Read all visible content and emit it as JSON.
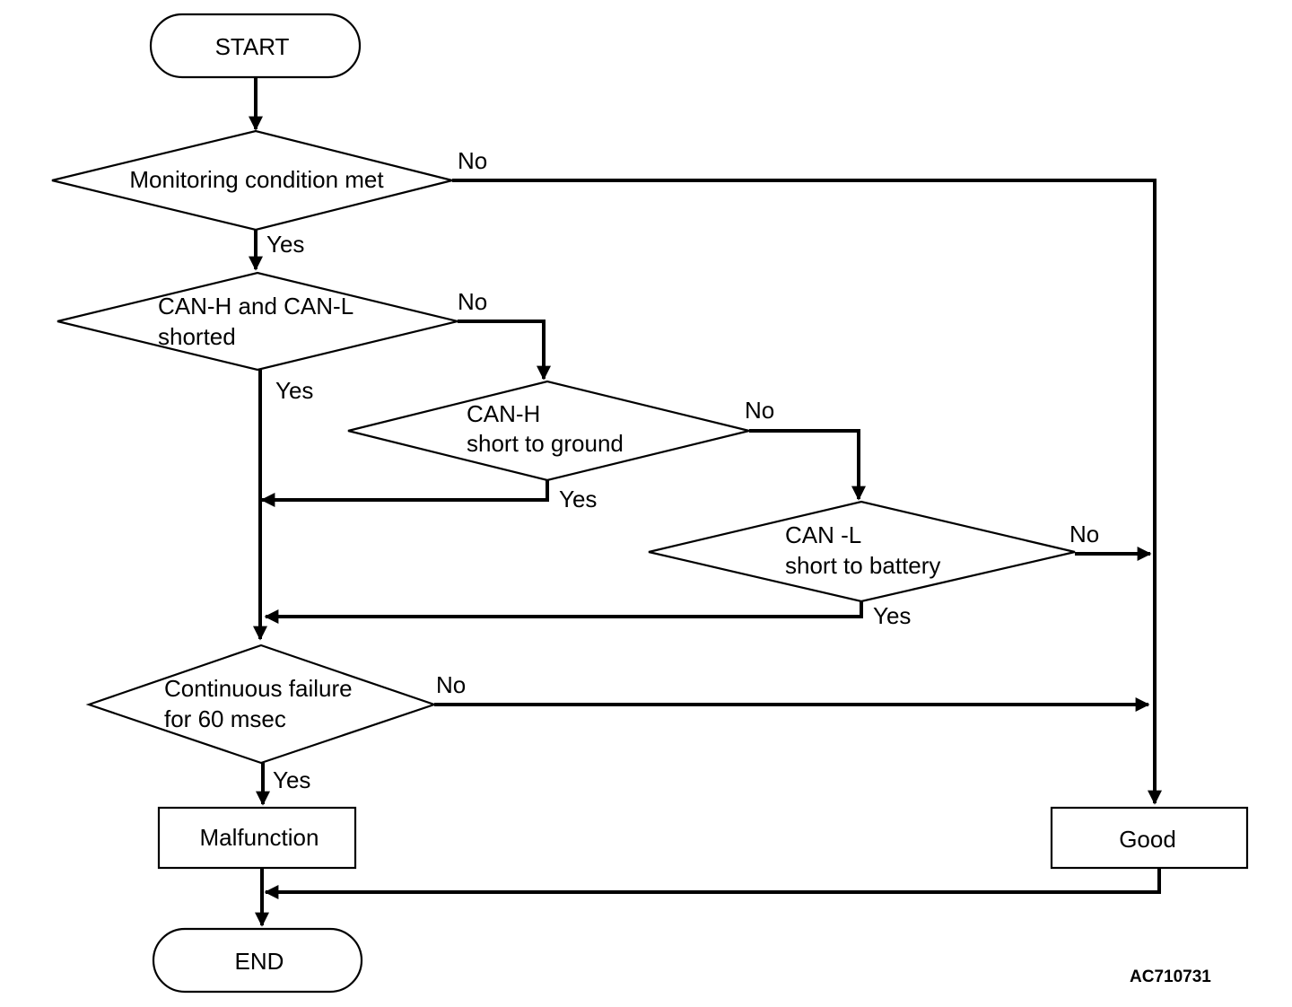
{
  "nodes": {
    "start": "START",
    "monitoring": "Monitoring condition met",
    "canhl_line1": "CAN-H and CAN-L",
    "canhl_line2": "shorted",
    "canh_line1": "CAN-H",
    "canh_line2": "short to ground",
    "canl_line1": "CAN -L",
    "canl_line2": "short to battery",
    "continuous_line1": "Continuous failure",
    "continuous_line2": "for 60 msec",
    "malfunction": "Malfunction",
    "good": "Good",
    "end": "END"
  },
  "labels": {
    "yes": "Yes",
    "no": "No"
  },
  "figure_code": "AC710731"
}
